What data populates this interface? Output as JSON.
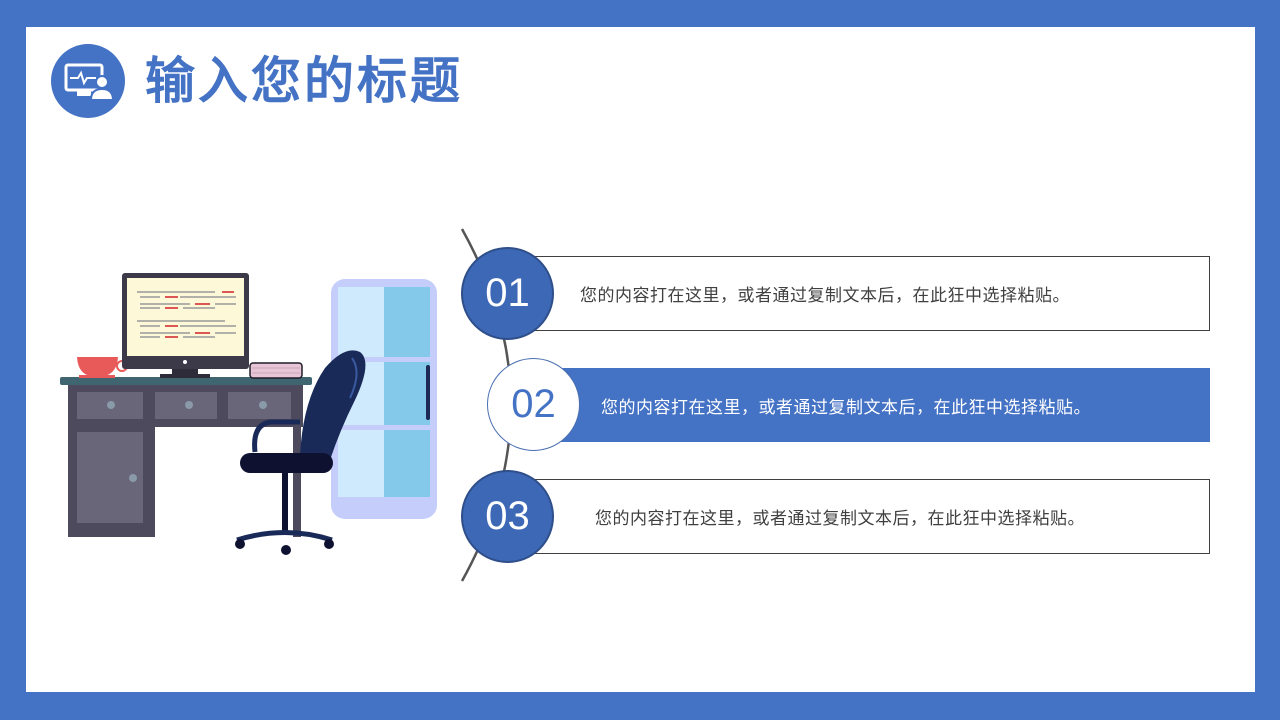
{
  "header": {
    "icon": "monitor-presenter-icon",
    "title": "输入您的标题"
  },
  "illustration": {
    "description": "office desk with monitor, coffee cup, book, office chair and window",
    "icons": [
      "monitor-icon",
      "coffee-cup-icon",
      "book-icon",
      "desk-icon",
      "office-chair-icon",
      "window-icon"
    ]
  },
  "items": [
    {
      "number": "01",
      "text": "您的内容打在这里，或者通过复制文本后，在此狂中选择粘贴。",
      "style": "outlined"
    },
    {
      "number": "02",
      "text": "您的内容打在这里，或者通过复制文本后，在此狂中选择粘贴。",
      "style": "filled"
    },
    {
      "number": "03",
      "text": "您的内容打在这里，或者通过复制文本后，在此狂中选择粘贴。",
      "style": "outlined"
    }
  ],
  "colors": {
    "frame": "#4472c4",
    "accent": "#4472c4",
    "circle_fill": "#3d68b6",
    "text": "#404040",
    "background": "#ffffff"
  }
}
